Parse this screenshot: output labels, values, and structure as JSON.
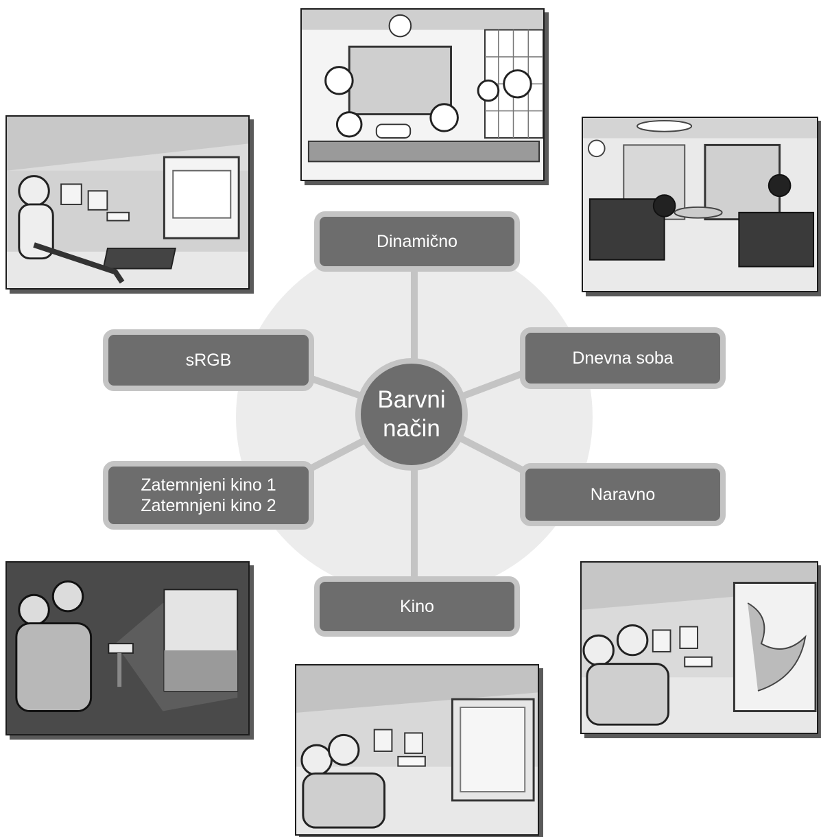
{
  "center": {
    "line1": "Barvni",
    "line2": "način"
  },
  "modes": {
    "dynamic": "Dinamično",
    "living_room": "Dnevna soba",
    "natural": "Naravno",
    "cinema": "Kino",
    "dark_cinema_1": "Zatemnjeni kino 1",
    "dark_cinema_2": "Zatemnjeni kino 2",
    "srgb": "sRGB"
  },
  "scenes": [
    "presentation-room-illustration",
    "japanese-room-family-illustration",
    "sports-living-room-illustration",
    "dark-room-cinema-illustration",
    "cinema-room-illustration",
    "natural-room-illustration"
  ],
  "colors": {
    "box_fill": "#6d6d6d",
    "box_border": "#c4c4c4",
    "background_circle": "#ececec",
    "text": "#ffffff"
  }
}
